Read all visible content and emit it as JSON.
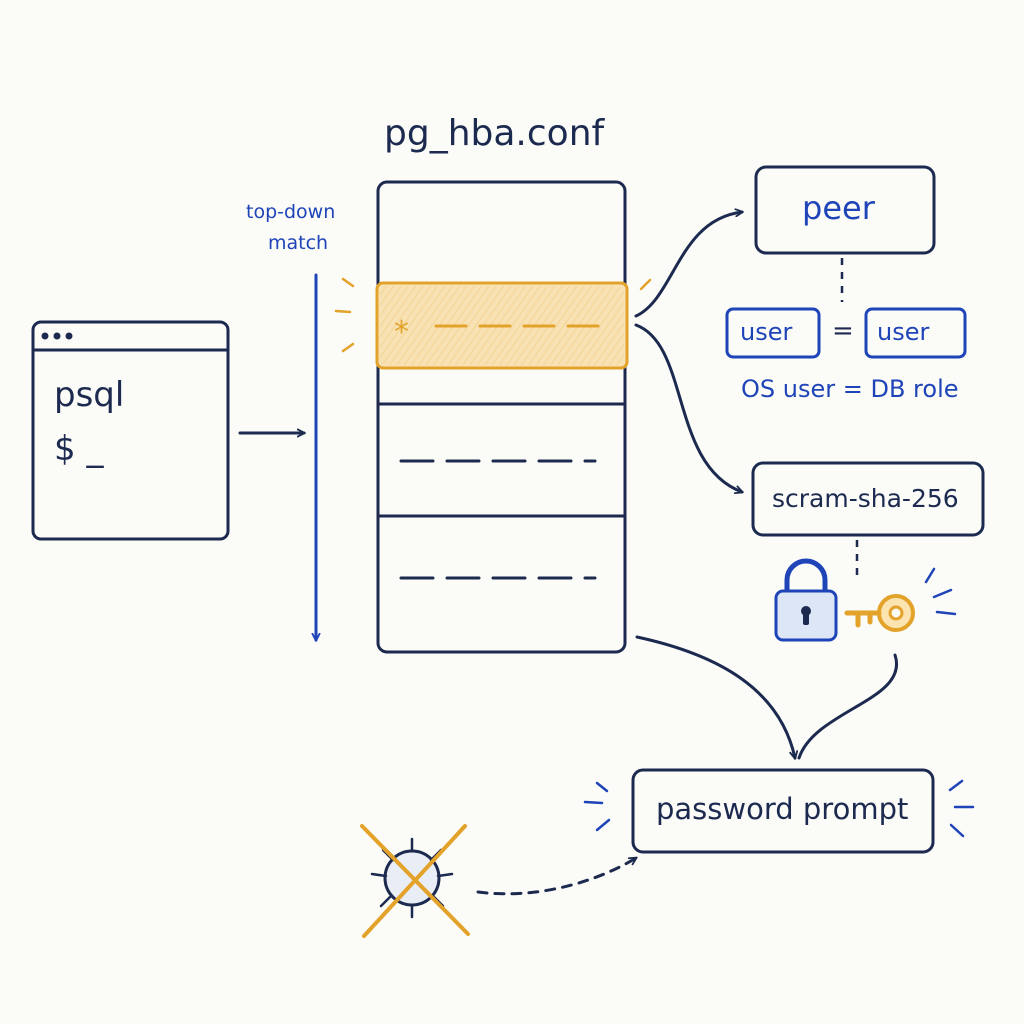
{
  "diagram": {
    "title": "pg_hba.conf",
    "scan_hint": [
      "top-down",
      "match"
    ],
    "terminal": {
      "line1": "psql",
      "line2": "$ _"
    },
    "peer": {
      "label": "peer",
      "user_left": "user",
      "equals": "=",
      "user_right": "user",
      "note": "OS user = DB role"
    },
    "scram": {
      "label": "scram-sha-256"
    },
    "prompt": {
      "label": "password prompt"
    },
    "icons": [
      "terminal-icon",
      "lock-icon",
      "key-icon",
      "bug-icon"
    ]
  },
  "colors": {
    "ink": "#1c2a4f",
    "accent_blue": "#1e44b8",
    "highlight": "#e3a22a",
    "highlight_fill": "#f8e2b4",
    "background": "#fbfbf8"
  }
}
